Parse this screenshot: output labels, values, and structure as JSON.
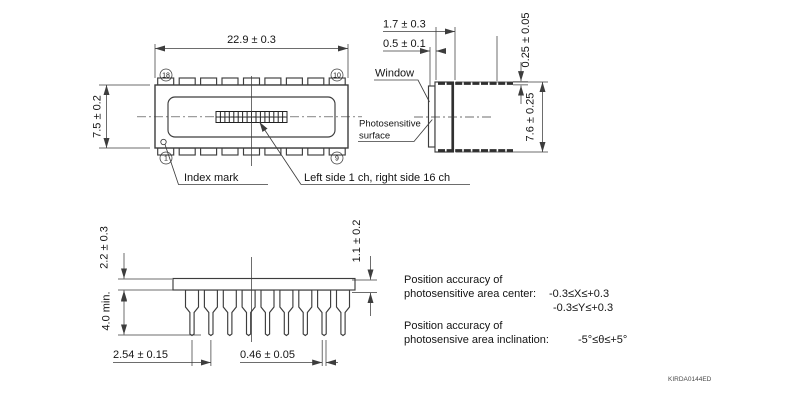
{
  "drawing_code": "KIRDA0144ED",
  "top_view": {
    "dim_width": "22.9 ± 0.3",
    "dim_height": "7.5 ± 0.2",
    "pin_top_left": "18",
    "pin_top_right": "10",
    "pin_bottom_left": "1",
    "pin_bottom_right": "9",
    "index_mark_label": "Index mark",
    "channels_label": "Left side 1 ch, right side 16 ch",
    "channel_count": 16
  },
  "side_view": {
    "dim_surface_depth": "1.7 ± 0.3",
    "dim_window_thickness": "0.5 ± 0.1",
    "dim_lead_thickness": "0.25 ± 0.05",
    "dim_body_height": "7.6 ± 0.25",
    "window_label": "Window",
    "surface_label_line1": "Photosensitive",
    "surface_label_line2": "surface"
  },
  "front_view": {
    "dim_body_thickness": "2.2 ± 0.3",
    "dim_lead_length": "4.0 min.",
    "dim_lead_pitch": "2.54 ± 0.15",
    "dim_lead_width": "0.46 ± 0.05",
    "dim_standoff": "1.1 ± 0.2",
    "lead_count": 9
  },
  "notes": {
    "center_line1": "Position accuracy of",
    "center_line2": "photosensitive area center:",
    "center_x_range": "-0.3≤X≤+0.3",
    "center_y_range": "-0.3≤Y≤+0.3",
    "incl_line1": "Position accuracy of",
    "incl_line2": "photosensive area inclination:",
    "incl_range": "-5°≤θ≤+5°"
  }
}
